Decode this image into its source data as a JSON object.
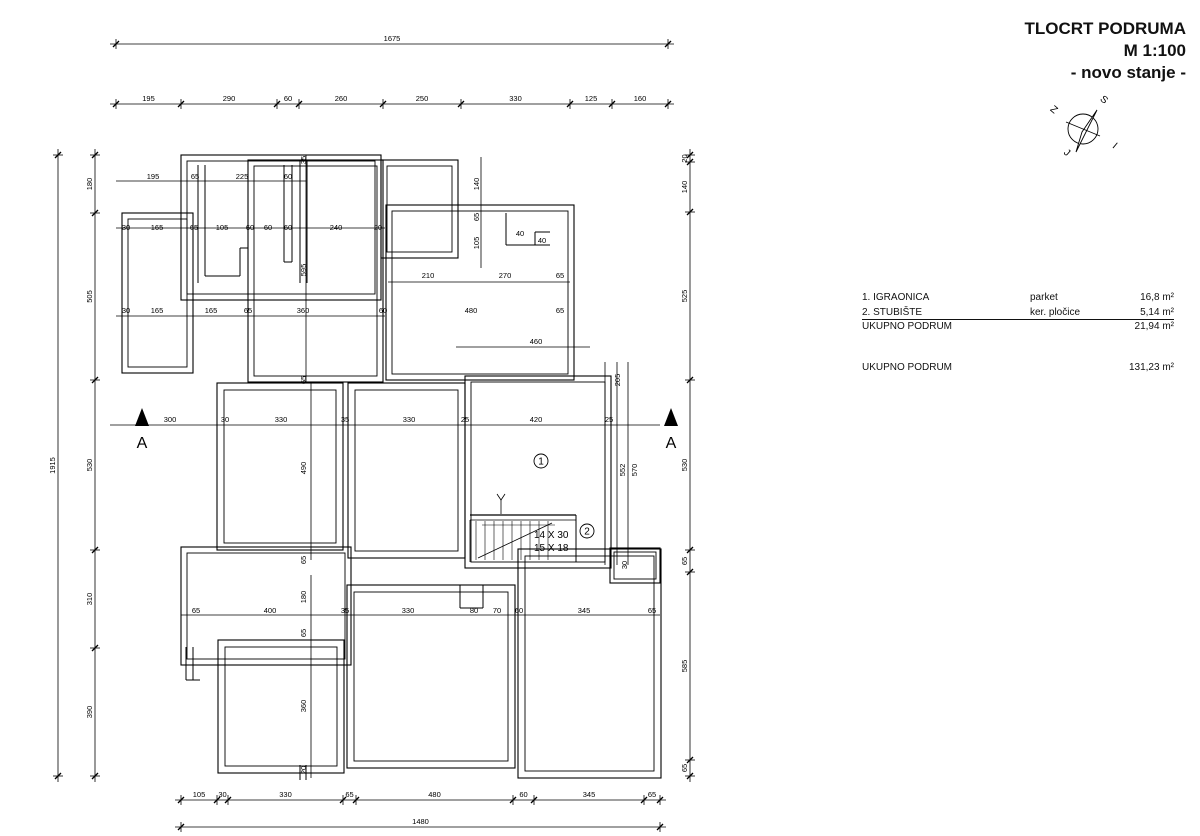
{
  "title": {
    "line1": "TLOCRT PODRUMA",
    "line2": "M 1:100",
    "line3": "- novo stanje -"
  },
  "compass": {
    "letters": [
      "S",
      "I",
      "J",
      "Z"
    ]
  },
  "legend": {
    "rows": [
      {
        "name": "1. IGRAONICA",
        "finish": "parket",
        "area": "16,8  m²"
      },
      {
        "name": "2. STUBIŠTE",
        "finish": "ker. pločice",
        "area": "5,14 m²"
      },
      {
        "name": "UKUPNO PODRUM",
        "finish": "",
        "area": "21,94  m²"
      }
    ],
    "total": {
      "name": "UKUPNO PODRUM",
      "area": "131,23  m²"
    }
  },
  "section_marks": [
    "A",
    "A"
  ],
  "room_numbers": [
    "1",
    "2"
  ],
  "stair_text": [
    "14 X 30",
    "15 X 18"
  ],
  "dimensions": {
    "top_total": "1675",
    "top_chain": [
      "195",
      "290",
      "60",
      "260",
      "250",
      "330",
      "125",
      "160"
    ],
    "bottom_chain": [
      "105",
      "30",
      "330",
      "65",
      "480",
      "60",
      "345",
      "65"
    ],
    "bottom_total": "1480",
    "left_total": "1915",
    "left_chain": [
      "180",
      "505",
      "530",
      "310",
      "390"
    ],
    "right_chain": [
      "20",
      "140",
      "525",
      "530",
      "65",
      "585",
      "65"
    ],
    "interior": [
      "195",
      "65",
      "225",
      "60",
      "30",
      "165",
      "65",
      "105",
      "60",
      "60",
      "60",
      "240",
      "20",
      "30",
      "165",
      "165",
      "65",
      "360",
      "60",
      "480",
      "65",
      "210",
      "270",
      "65",
      "460",
      "300",
      "30",
      "330",
      "35",
      "330",
      "25",
      "420",
      "25",
      "65",
      "400",
      "35",
      "330",
      "80",
      "70",
      "60",
      "345",
      "65",
      "40",
      "40",
      "140",
      "65",
      "105",
      "35",
      "595",
      "65",
      "490",
      "65",
      "180",
      "65",
      "360",
      "20",
      "205",
      "552",
      "570",
      "30"
    ]
  }
}
